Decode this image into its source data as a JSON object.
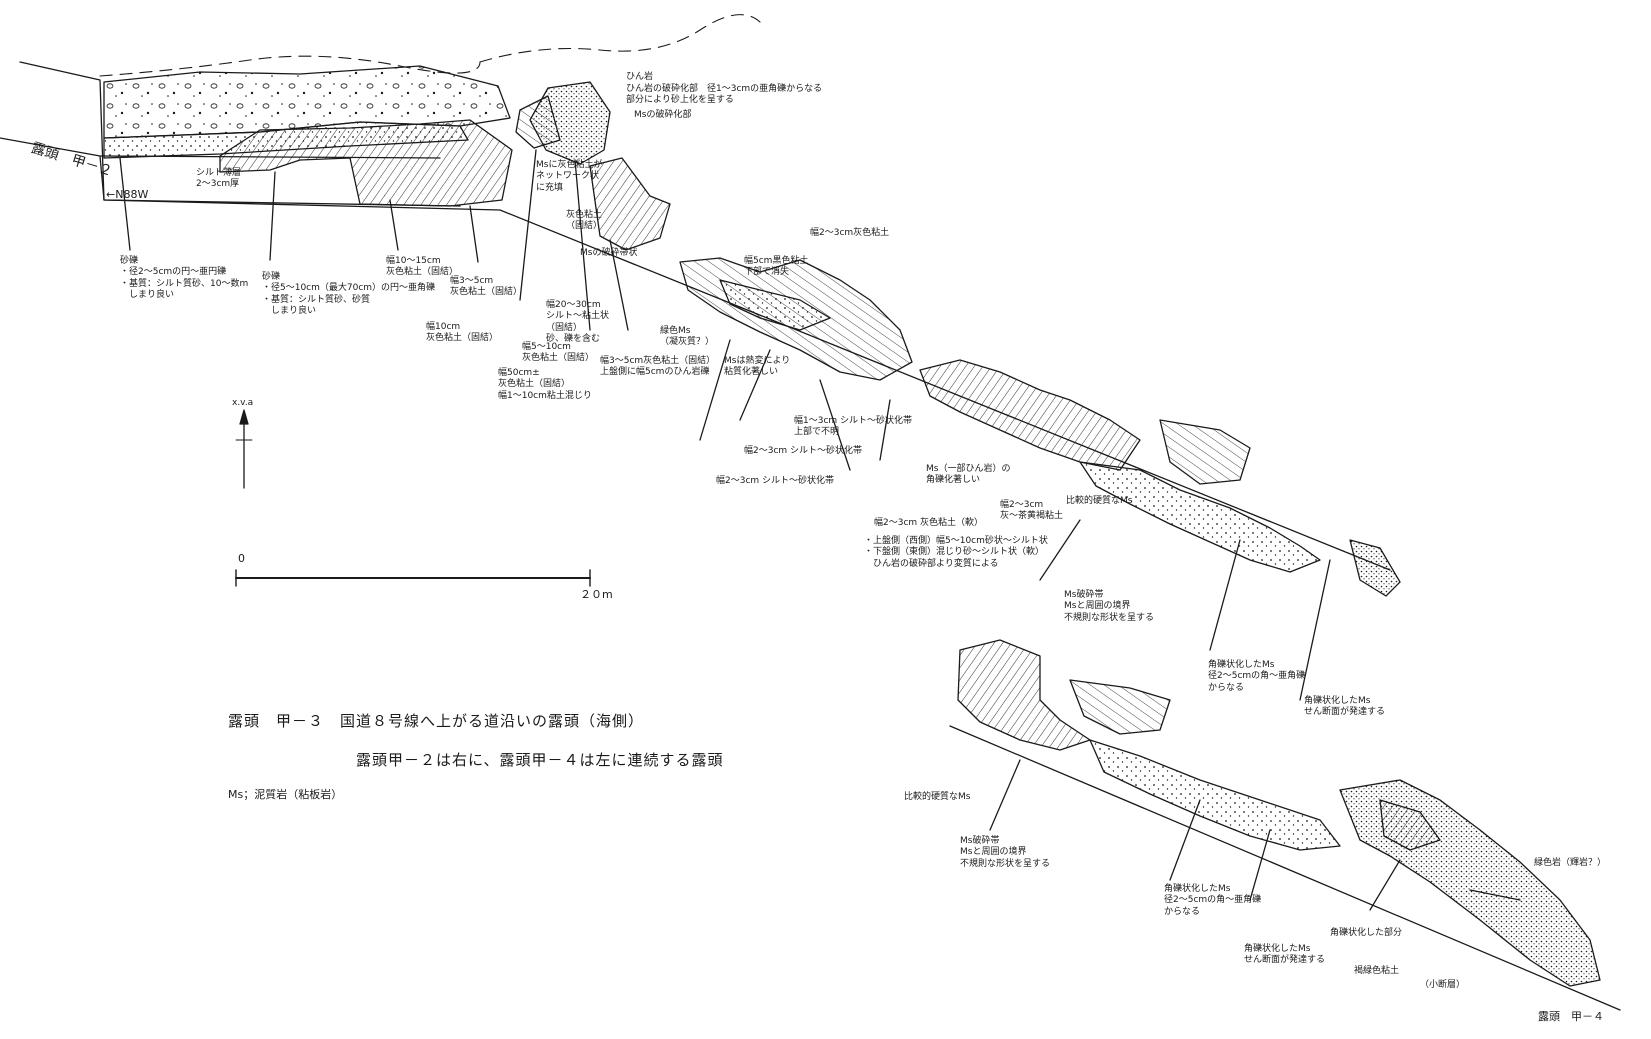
{
  "caption": {
    "title": "露頭　甲－３　国道８号線へ上がる道沿いの露頭（海側）",
    "subtitle": "露頭甲－２は右に、露頭甲－４は左に連続する露頭",
    "legend": "Ms；泥質岩（粘板岩）"
  },
  "edge_labels": {
    "left": "露頭　甲－２",
    "right": "露頭　甲－４"
  },
  "orientation": {
    "direction": "←N88W",
    "north_mark": "x.v.a"
  },
  "scale": {
    "zero": "0",
    "max": "２０m"
  },
  "annotations": {
    "gravel_top": "砂礫\n・径2～5cmの円～亜円礫\n・基質：シルト質砂、10～数m\n　しまり良い",
    "gravel_mid": "砂礫\n・径5～10cm（最大70cm）の円～亜角礫\n・基質：シルト質砂、砂質\n　しまり良い",
    "silt_layer": "シルト薄層\n2～3cm厚",
    "clay_10_15": "幅10～15cm\n灰色粘土（固結）",
    "clay_3_5": "幅3～5cm\n灰色粘土（固結）",
    "clay_10cm": "幅10cm\n灰色粘土（固結）",
    "clay_50cm": "幅50cm±\n灰色粘土（固結）\n幅1～10cm粘土混じり",
    "clay_20_30": "幅20～30cm\nシルト～粘土状\n（固結）\n砂、礫を含む",
    "clay_5_10": "幅5～10cm\n灰色粘土（固結）",
    "clay_3_5_upper": "幅3～5cm灰色粘土（固結）\n上盤側に幅5cmのひん岩礫",
    "network": "Msに灰色粘土が\nネットワーク状\nに充填",
    "gray_clay_solid": "灰色粘土\n（固結）",
    "fault_breccia_ms": "Msの破砕帯状",
    "dyke_title": "ひん岩",
    "dyke_desc": "ひん岩の破砕化部　径1～3cmの亜角礫からなる\n部分により砂上化を呈する",
    "ms_crushed": "Msの破砕化部",
    "clay_2_3_gray": "幅2～3cm灰色粘土",
    "clay_5cm_dark": "幅5cm黒色粘土\n下部で消失",
    "green_rock_ms": "緑色Ms\n（凝灰質？）",
    "ms_heated": "Msは熱変により\n粘質化著しい",
    "silt_sand_1_3": "幅1～3cm シルト～砂状化帯\n上部で不明",
    "silt_sand_2_3a": "幅2～3cm シルト～砂状化帯",
    "silt_sand_2_3b": "幅2～3cm シルト～砂状化帯",
    "dyke_rocks": "Ms（一部ひん岩）の\n角礫化著しい",
    "clay_2_3_brown": "幅2～3cm\n灰～茶黄褐粘土",
    "relative_hard_ms_a": "比較的硬質なMs",
    "clay_2_3_brown2": "幅2～3cm 灰色粘土（軟）",
    "upper_lower": "・上盤側（西側）幅5～10cm砂状～シルト状\n・下盤側（東側）混じり砂～シルト状（軟）\n　ひん岩の破砕部より変質による",
    "ms_boundary_a": "Ms破砕帯\nMsと周囲の境界\n不規則な形状を呈する",
    "angular_ms_a": "角礫状化したMs\n径2～5cmの角～亜角礫\nからなる",
    "angular_ms_b": "角礫状化したMs\nせん断面が発達する",
    "relative_hard_ms_b": "比較的硬質なMs",
    "ms_boundary_b": "Ms破砕帯\nMsと周囲の境界\n不規則な形状を呈する",
    "angular_ms_c": "角礫状化したMs\n径2～5cmの角～亜角礫\nからなる",
    "angular_ms_d": "角礫状化したMs\nせん断面が発達する",
    "angular_ms_e": "角礫状化した部分",
    "greenish_clay": "褐緑色粘土",
    "small_fault": "（小断層）",
    "green_rock": "緑色岩（輝岩？）"
  },
  "colors": {
    "ink": "#1a1a1a",
    "paper": "#ffffff"
  }
}
